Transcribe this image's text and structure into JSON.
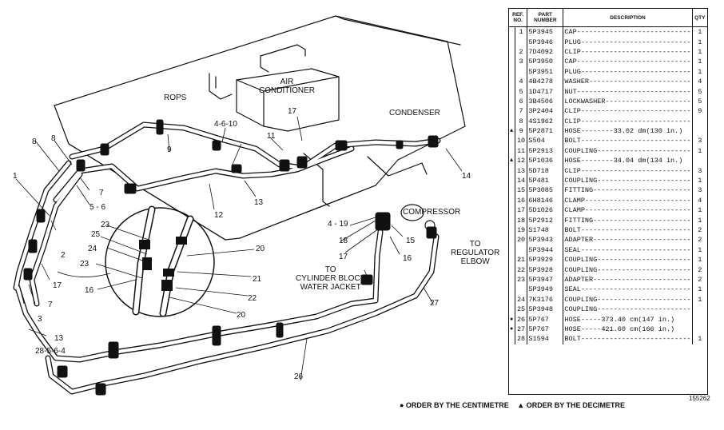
{
  "diagram": {
    "labels": {
      "rops": "ROPS",
      "air_conditioner": "AIR\nCONDITIONER",
      "condenser": "CONDENSER",
      "compressor": "COMPRESSOR",
      "to_regulator": "TO\nREGULATOR\nELBOW",
      "to_cylinder": "TO\nCYLINDER BLOCK\nWATER JACKET",
      "callouts": [
        "1",
        "2",
        "3",
        "4-6-10",
        "4 - 19",
        "5 - 6",
        "7",
        "7",
        "8",
        "8",
        "9",
        "11",
        "12",
        "13",
        "13",
        "14",
        "15",
        "16",
        "16",
        "17",
        "17",
        "17",
        "18",
        "20",
        "20",
        "21",
        "22",
        "23",
        "23",
        "24",
        "25",
        "26",
        "27",
        "28-5-6-4"
      ]
    }
  },
  "parts_table": {
    "headers": [
      "REF. NO.",
      "PART NUMBER",
      "DESCRIPTION",
      "QTY"
    ],
    "rows": [
      {
        "ref": "1",
        "mark": "",
        "part": "5P3945",
        "desc": "CAP----------------------------",
        "qty": "1"
      },
      {
        "ref": "",
        "mark": "",
        "part": "5P3946",
        "desc": "PLUG---------------------------",
        "qty": "1"
      },
      {
        "ref": "2",
        "mark": "",
        "part": "7D4092",
        "desc": "CLIP---------------------------",
        "qty": "1"
      },
      {
        "ref": "3",
        "mark": "",
        "part": "5P3950",
        "desc": "CAP----------------------------",
        "qty": "1"
      },
      {
        "ref": "",
        "mark": "",
        "part": "5P3951",
        "desc": "PLUG---------------------------",
        "qty": "1"
      },
      {
        "ref": "4",
        "mark": "",
        "part": "4B4278",
        "desc": "WASHER-------------------------",
        "qty": "4"
      },
      {
        "ref": "5",
        "mark": "",
        "part": "1D4717",
        "desc": "NUT----------------------------",
        "qty": "5"
      },
      {
        "ref": "6",
        "mark": "",
        "part": "3B4506",
        "desc": "LOCKWASHER---------------------",
        "qty": "5"
      },
      {
        "ref": "7",
        "mark": "",
        "part": "3P2404",
        "desc": "CLIP---------------------------",
        "qty": "9"
      },
      {
        "ref": "8",
        "mark": "",
        "part": "4S1962",
        "desc": "CLIP---------------------------",
        "qty": ""
      },
      {
        "ref": "9",
        "mark": "▲",
        "part": "5P2871",
        "desc": "HOSE--------33.02 dm(130 in.)",
        "qty": ""
      },
      {
        "ref": "10",
        "mark": "",
        "part": "S504",
        "desc": "BOLT---------------------------",
        "qty": "3"
      },
      {
        "ref": "11",
        "mark": "",
        "part": "5P2913",
        "desc": "COUPLING-----------------------",
        "qty": "1"
      },
      {
        "ref": "12",
        "mark": "▲",
        "part": "5P1036",
        "desc": "HOSE--------34.04 dm(134 in.)",
        "qty": ""
      },
      {
        "ref": "13",
        "mark": "",
        "part": "5D718",
        "desc": "CLIP---------------------------",
        "qty": "3"
      },
      {
        "ref": "14",
        "mark": "",
        "part": "5P481",
        "desc": "COUPLING-----------------------",
        "qty": "1"
      },
      {
        "ref": "15",
        "mark": "",
        "part": "5P3085",
        "desc": "FITTING------------------------",
        "qty": "3"
      },
      {
        "ref": "16",
        "mark": "",
        "part": "6H8146",
        "desc": "CLAMP--------------------------",
        "qty": "4"
      },
      {
        "ref": "17",
        "mark": "",
        "part": "5D1026",
        "desc": "CLAMP--------------------------",
        "qty": "1"
      },
      {
        "ref": "18",
        "mark": "",
        "part": "5P2912",
        "desc": "FITTING------------------------",
        "qty": "1"
      },
      {
        "ref": "19",
        "mark": "",
        "part": "S1748",
        "desc": "BOLT---------------------------",
        "qty": "2"
      },
      {
        "ref": "20",
        "mark": "",
        "part": "5P3943",
        "desc": "ADAPTER------------------------",
        "qty": "2"
      },
      {
        "ref": "",
        "mark": "",
        "part": "5P3944",
        "desc": "SEAL---------------------------",
        "qty": "1"
      },
      {
        "ref": "21",
        "mark": "",
        "part": "5P3929",
        "desc": "COUPLING-----------------------",
        "qty": "1"
      },
      {
        "ref": "22",
        "mark": "",
        "part": "5P3928",
        "desc": "COUPLING-----------------------",
        "qty": "2"
      },
      {
        "ref": "23",
        "mark": "",
        "part": "5P3947",
        "desc": "ADAPTER------------------------",
        "qty": "2"
      },
      {
        "ref": "",
        "mark": "",
        "part": "5P3949",
        "desc": "SEAL---------------------------",
        "qty": "1"
      },
      {
        "ref": "24",
        "mark": "",
        "part": "7K3176",
        "desc": "COUPLING-----------------------",
        "qty": "1"
      },
      {
        "ref": "25",
        "mark": "",
        "part": "5P3948",
        "desc": "COUPLING-----------------------",
        "qty": ""
      },
      {
        "ref": "26",
        "mark": "●",
        "part": "5P767",
        "desc": "HOSE-----373.40 cm(147 in.)",
        "qty": ""
      },
      {
        "ref": "27",
        "mark": "●",
        "part": "5P767",
        "desc": "HOSE-----421.60 cm(166 in.)",
        "qty": ""
      },
      {
        "ref": "28",
        "mark": "",
        "part": "S1594",
        "desc": "BOLT---------------------------",
        "qty": "1"
      }
    ]
  },
  "footer": {
    "centimetre": "● ORDER BY THE CENTIMETRE",
    "decimetre": "▲ ORDER BY THE DECIMETRE",
    "figure_no": "155262"
  }
}
